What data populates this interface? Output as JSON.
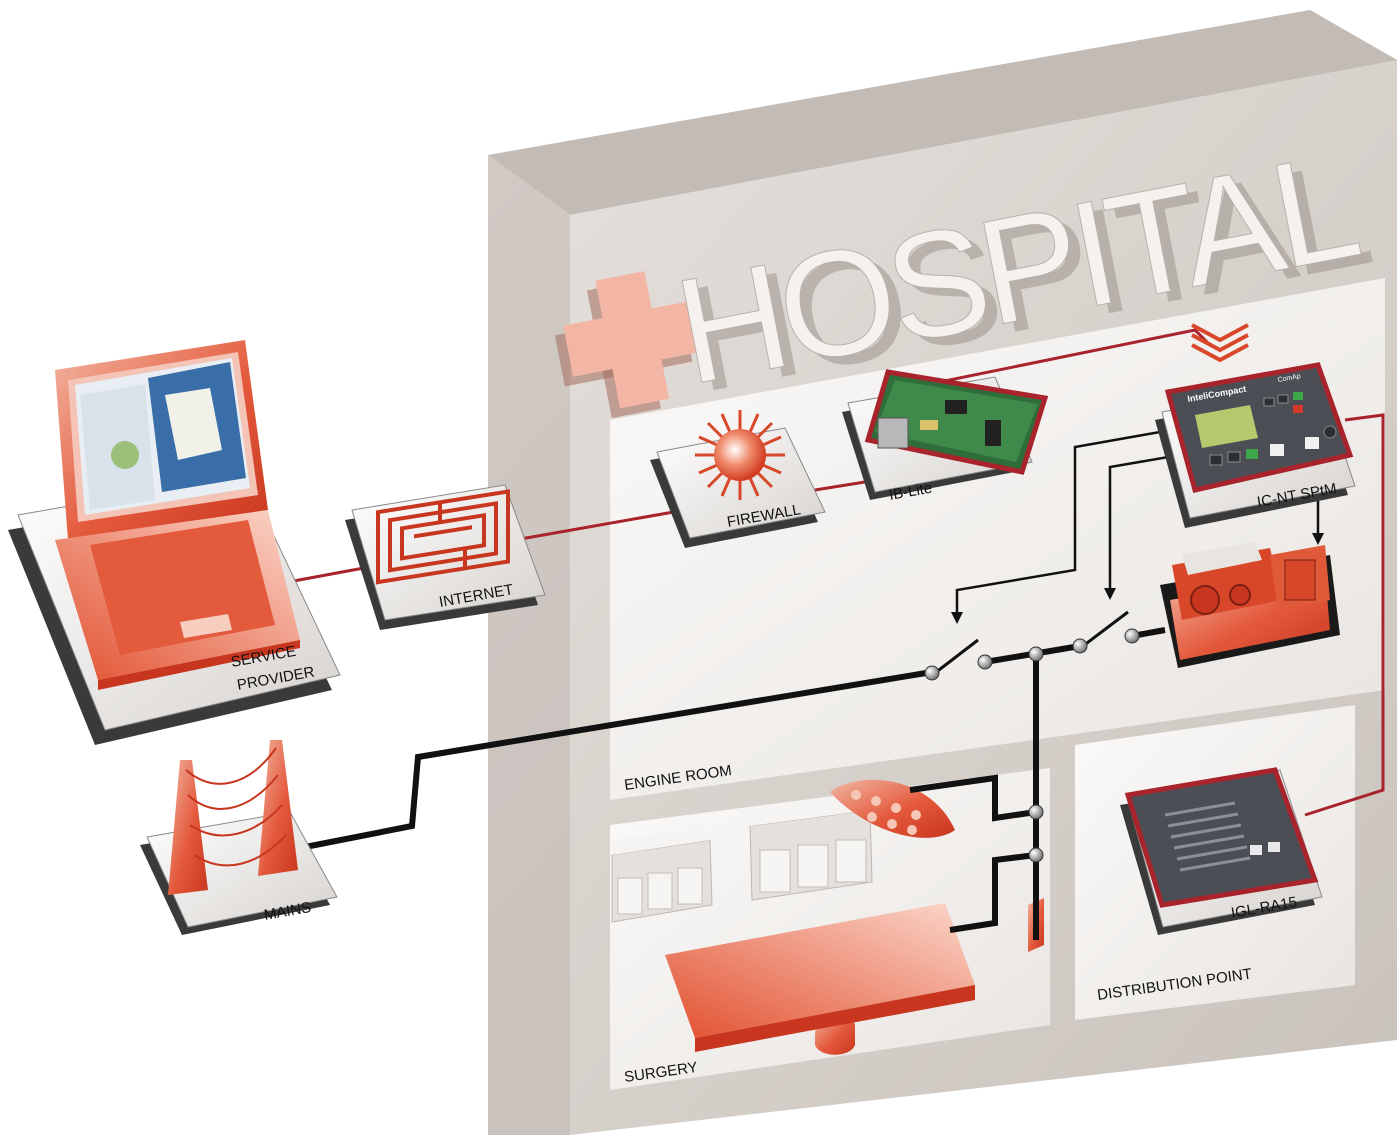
{
  "building": {
    "title": "HOSPITAL"
  },
  "labels": {
    "service_provider": [
      "SERVICE",
      "PROVIDER"
    ],
    "internet": "INTERNET",
    "firewall": "FIREWALL",
    "ib_lite": "IB-Lite",
    "controller": "IC-NT SPtM",
    "mains": "MAINS",
    "engine_room": "ENGINE ROOM",
    "surgery": "SURGERY",
    "distribution_point": "DISTRIBUTION POINT",
    "remote_panel": "IGL-RA15"
  },
  "controller_screen": {
    "brand": "InteliCompact",
    "maker": "ComAp"
  },
  "colors": {
    "accent": "#d9472b",
    "wire_data": "#a8232b",
    "wire_power": "#111111",
    "wall": "#d5cfca",
    "room": "#f4f2f0"
  }
}
